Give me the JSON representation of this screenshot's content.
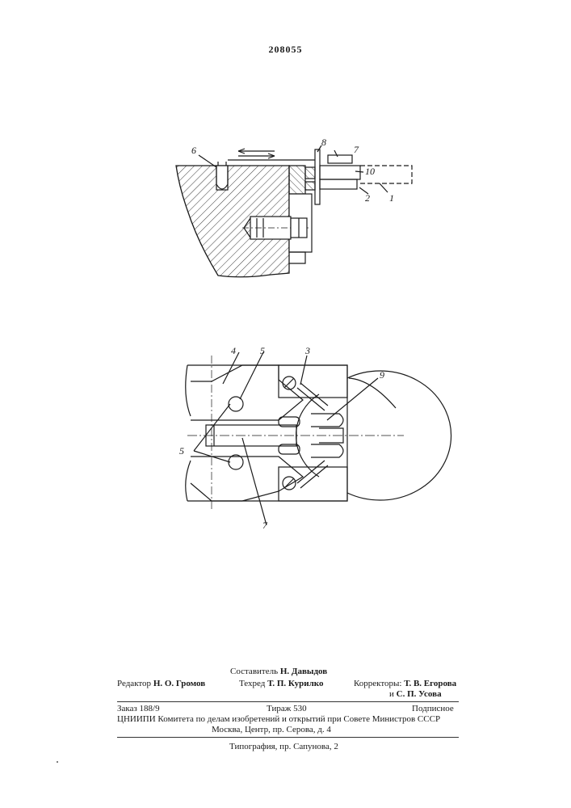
{
  "header": {
    "patent_number": "208055"
  },
  "figure1": {
    "callouts": {
      "c6": "6",
      "c8": "8",
      "c7": "7",
      "c10": "10",
      "c2": "2",
      "c1": "1"
    }
  },
  "figure2": {
    "callouts": {
      "c4": "4",
      "c5top": "5",
      "c3": "3",
      "c9": "9",
      "c5left": "5",
      "c7": "7"
    }
  },
  "imprint": {
    "compiler_label": "Составитель",
    "compiler_name": "Н. Давыдов",
    "editor_label": "Редактор",
    "editor_name": "Н. О. Громов",
    "techred_label": "Техред",
    "techred_name": "Т. П. Курилко",
    "correctors_label": "Корректоры:",
    "corrector1": "Т. В. Егорова",
    "corrector2_prefix": "и",
    "corrector2": "С. П. Усова",
    "order": "Заказ 188/9",
    "circulation": "Тираж 530",
    "subscription": "Подписное",
    "org_line": "ЦНИИПИ Комитета по делам изобретений и открытий при Совете Министров СССР",
    "address": "Москва, Центр, пр. Серова, д. 4",
    "printing": "Типография, пр. Сапунова, 2"
  }
}
